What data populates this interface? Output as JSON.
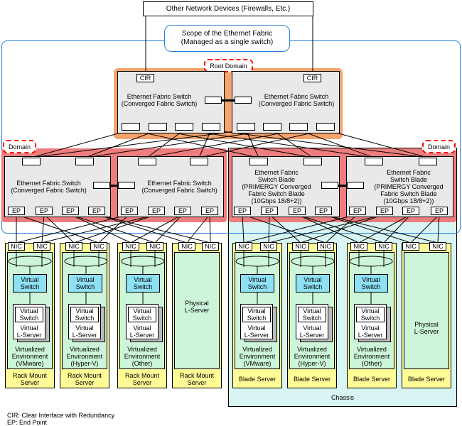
{
  "other_devices": "Other Network Devices (Firewalls, Etc.)",
  "scope": [
    "Scope of the Ethernet Fabric",
    "(Managed as a single switch)"
  ],
  "root_domain": "Root Domain",
  "domain": "Domain",
  "cir": "CIR",
  "ep": "EP",
  "nic": "NIC",
  "switch_fabric": [
    "Ethernet Fabric Switch",
    "(Converged Fabric Switch)"
  ],
  "switch_blade": [
    "Ethernet Fabric",
    "Switch Blade",
    "(PRIMERGY Converged",
    "Fabric Switch Blade",
    "(10Gbps 18/8+2))"
  ],
  "virtual_switch": [
    "Virtual",
    "Switch"
  ],
  "virtual_lserver": [
    "Virtual",
    "L-Server"
  ],
  "physical_lserver": [
    "Physical",
    "L-Server"
  ],
  "env_vmware": [
    "Virtualized",
    "Environment",
    "(VMware)"
  ],
  "env_hyperv": [
    "Virtualized",
    "Environment",
    "(Hyper-V)"
  ],
  "env_other": [
    "Virtualized",
    "Environment",
    "(Other)"
  ],
  "rack_server": [
    "Rack Mount",
    "Server"
  ],
  "blade_server": "Blade Server",
  "chassis": "Chassis",
  "legend": [
    "CIR: Clear Interface with Redundancy",
    "EP: End Point"
  ]
}
